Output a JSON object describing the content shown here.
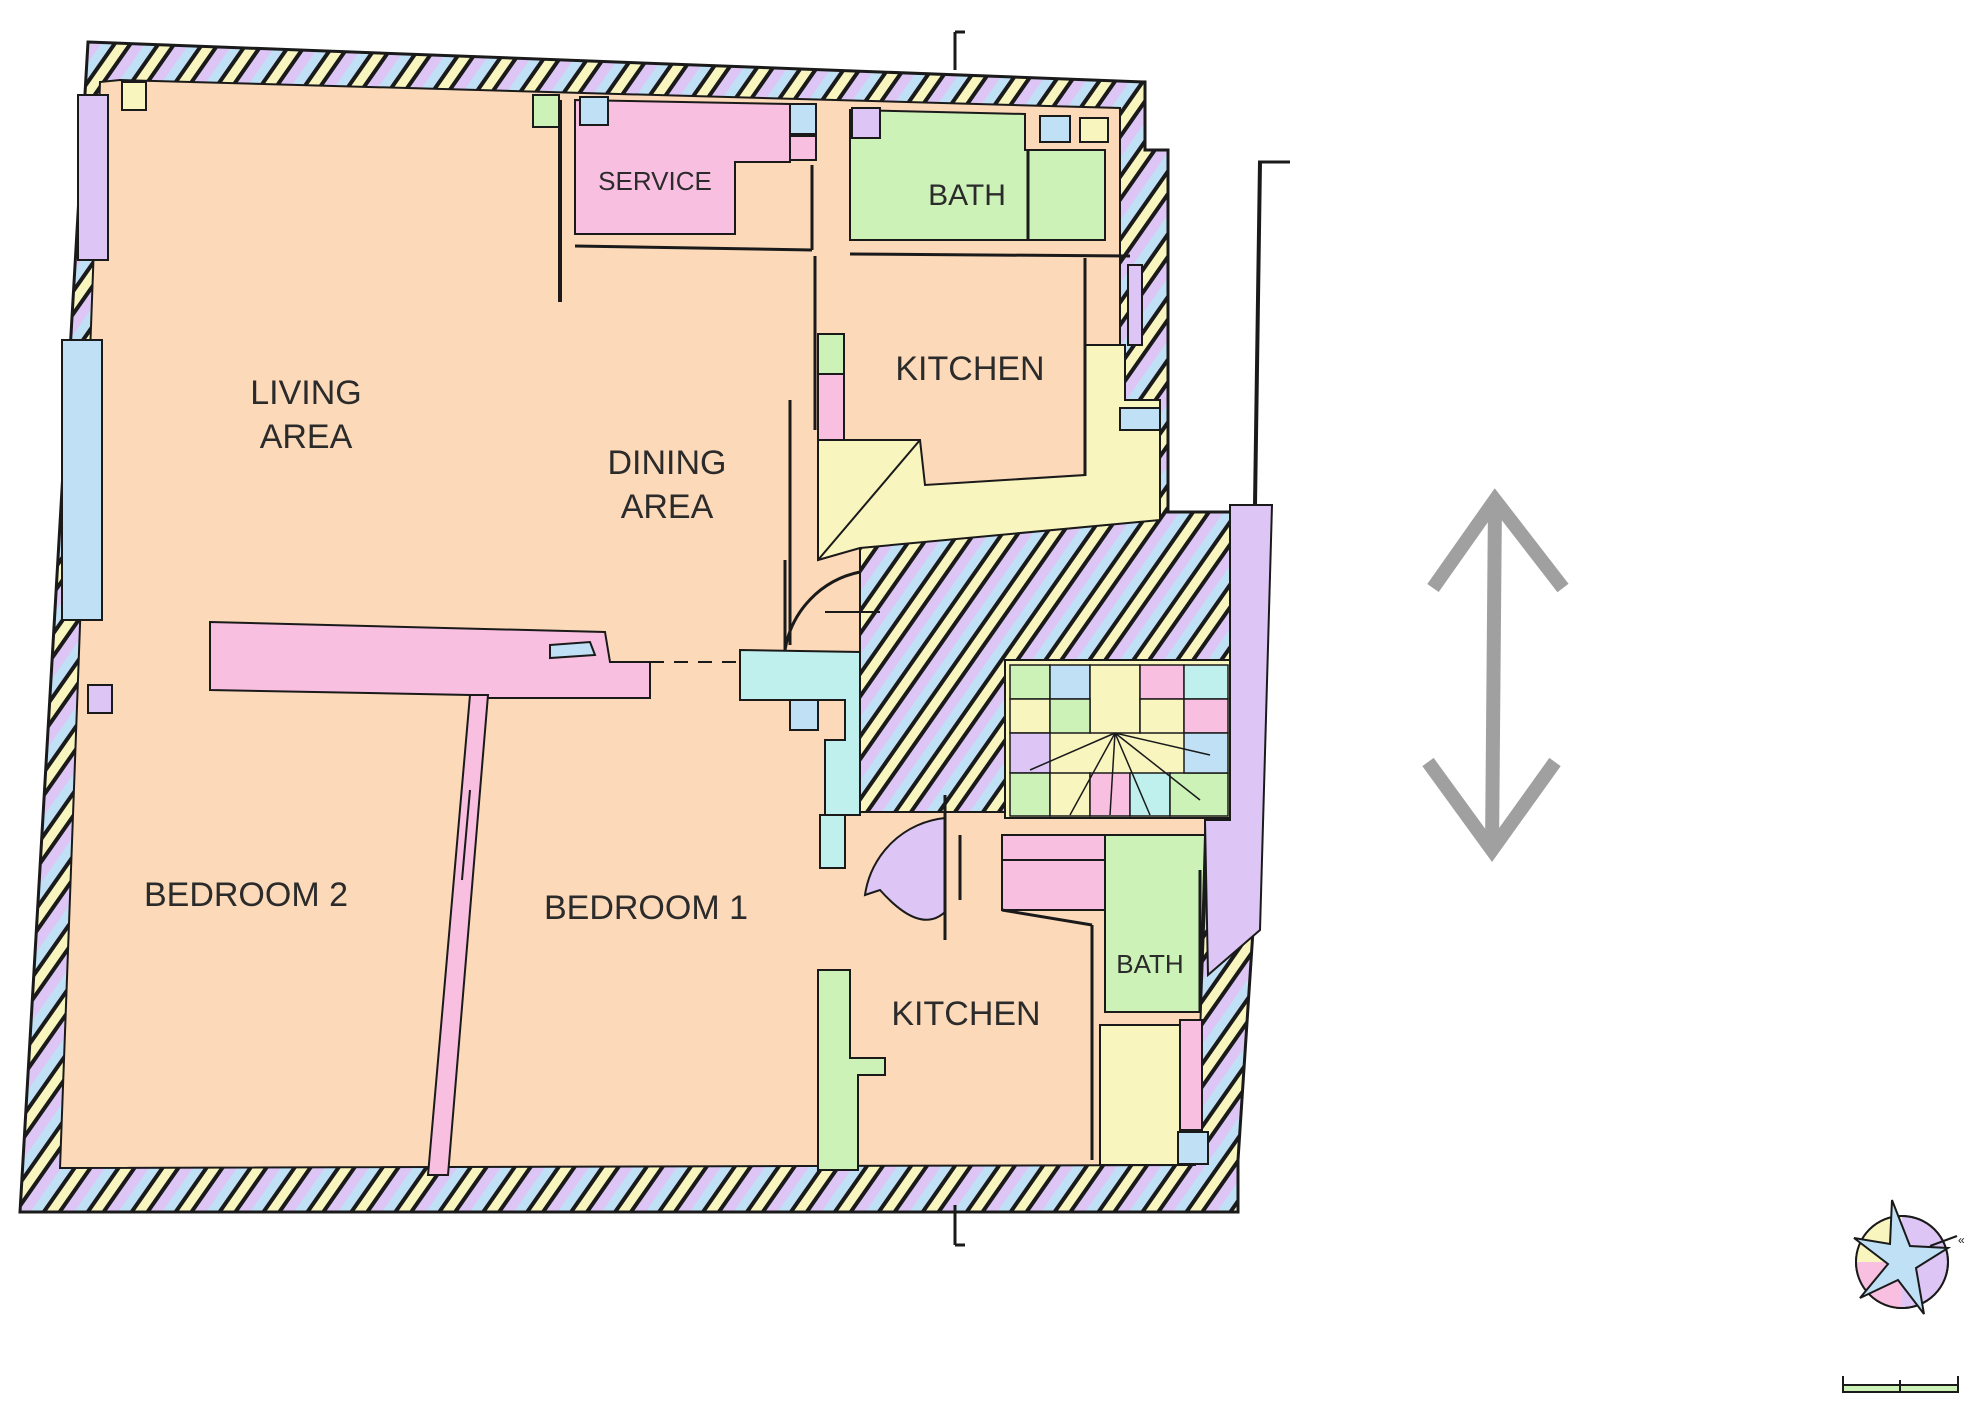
{
  "floorplan": {
    "rooms": {
      "living_area": [
        "LIVING",
        "AREA"
      ],
      "dining_area": [
        "DINING",
        "AREA"
      ],
      "service": "SERVICE",
      "bath_upper": "BATH",
      "kitchen_upper": "KITCHEN",
      "bedroom_2": "BEDROOM 2",
      "bedroom_1": "BEDROOM 1",
      "kitchen_lower": "KITCHEN",
      "bath_lower": "BATH"
    },
    "colors": {
      "floor": "#fcd9b8",
      "wall_stripe": "#1a1a1a",
      "pink": "#f9bfe0",
      "green": "#cdf2b8",
      "blue": "#bfe0f5",
      "lilac": "#ddc6f5",
      "yellow": "#f8f5bf",
      "aqua": "#bff0ee",
      "arrow": "#a0a0a0"
    },
    "icons": {
      "compass": "compass-rose-icon",
      "direction": "double-arrow-icon",
      "scale": "scale-bar-icon"
    }
  }
}
